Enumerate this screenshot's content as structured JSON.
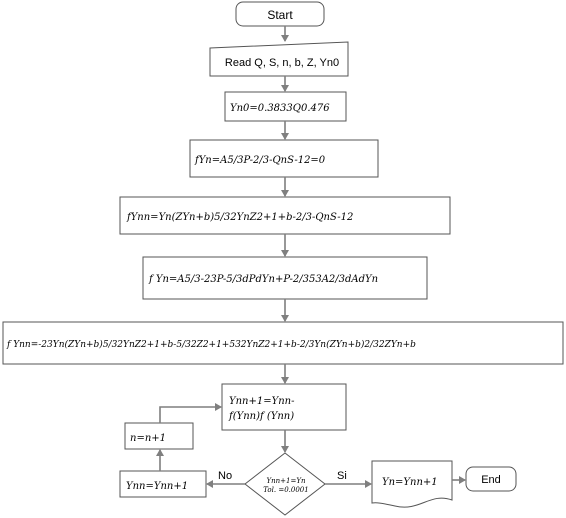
{
  "flowchart": {
    "start": "Start",
    "read": "Read Q, S, n, b, Z, Yn0",
    "step_y0": "Yn0=0.3833Q0.476",
    "step_fyn": "fYn=A5/3P-2/3-QnS-12=0",
    "step_fynn": "fYnn=Yn(ZYn+b)5/32YnZ2+1+b-2/3-QnS-12",
    "step_fprime": "f Yn=A5/3-23P-5/3dPdYn+P-2/353A2/3dAdYn",
    "step_fprime_nn": "f Ynn=-23Yn(ZYn+b)5/32YnZ2+1+b-5/32Z2+1+532YnZ2+1+b-2/3Yn(ZYn+b)2/32ZYn+b",
    "newton_line1": "Ynn+1=Ynn-",
    "newton_line2": "f(Ynn)f (Ynn)",
    "increment": "n=n+1",
    "update": "Ynn=Ynn+1",
    "decision_line1": "Ynn+1=Yn",
    "decision_line2": "Tol. =0.0001",
    "label_no": "No",
    "label_yes": "Si",
    "result": "Yn=Ynn+1",
    "end": "End"
  }
}
